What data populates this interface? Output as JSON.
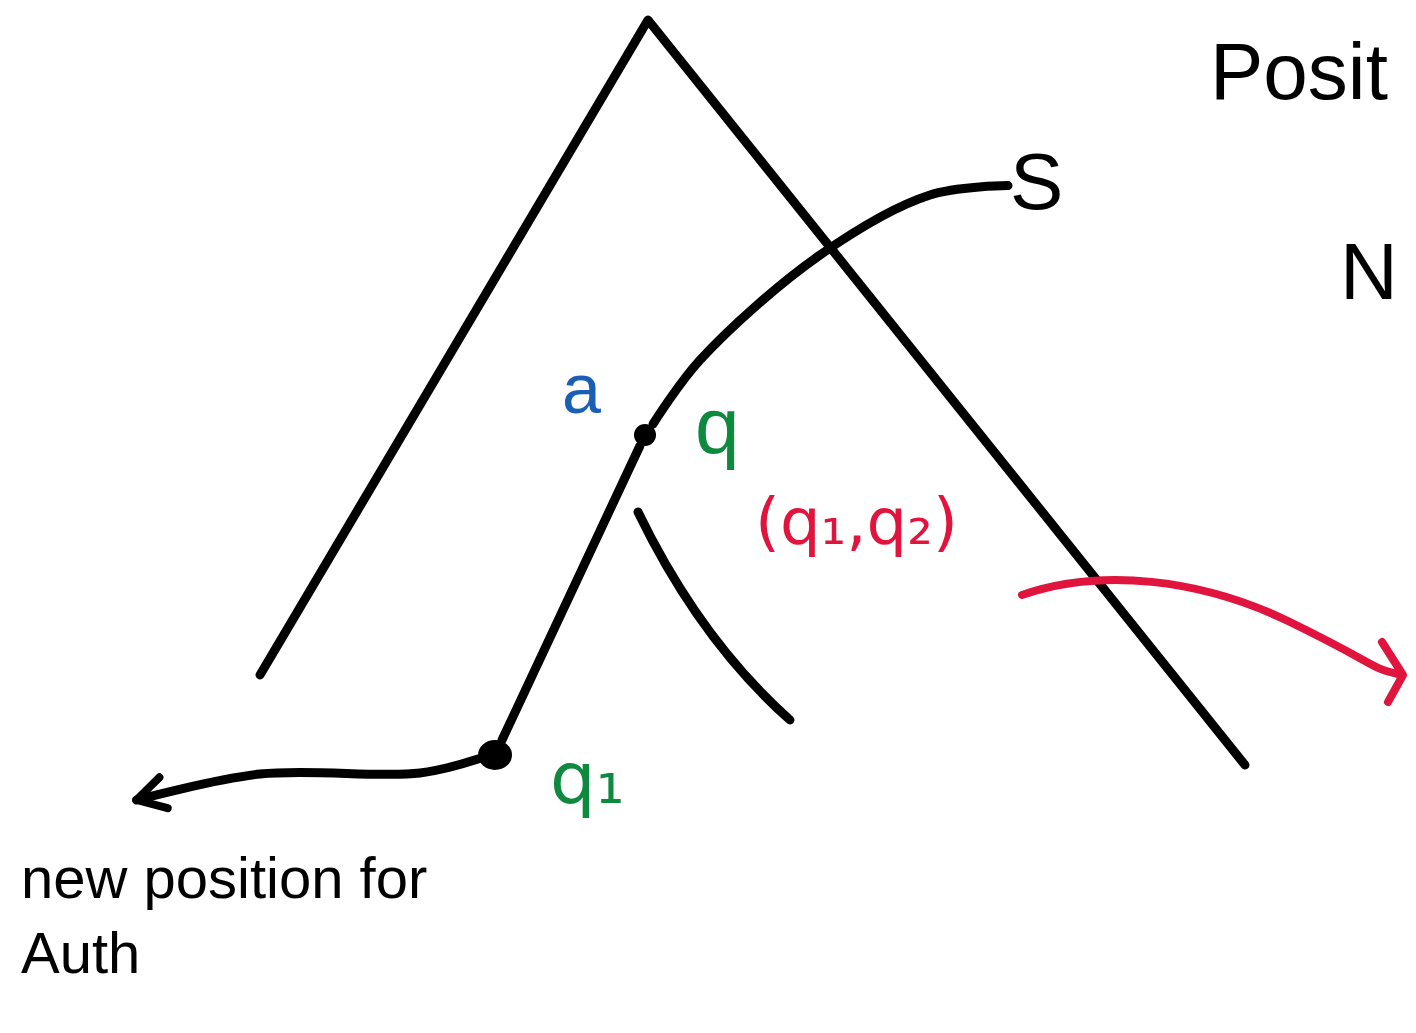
{
  "diagram": {
    "nodes": [
      {
        "text": [
          "S"
        ]
      },
      {
        "text": [
          "a",
          "q"
        ]
      },
      {
        "text": [
          "q₁"
        ]
      },
      {
        "text": [
          "new position for Auth"
        ]
      }
    ],
    "edges": [
      {
        "from": 1,
        "to": 0,
        "arrow": "none"
      },
      {
        "from": 1,
        "to": 2,
        "arrow": "none"
      },
      {
        "from": 2,
        "to": 3,
        "arrow": "to"
      }
    ],
    "labels": [
      "(q₁,q₂)",
      "Posit",
      "N"
    ]
  }
}
